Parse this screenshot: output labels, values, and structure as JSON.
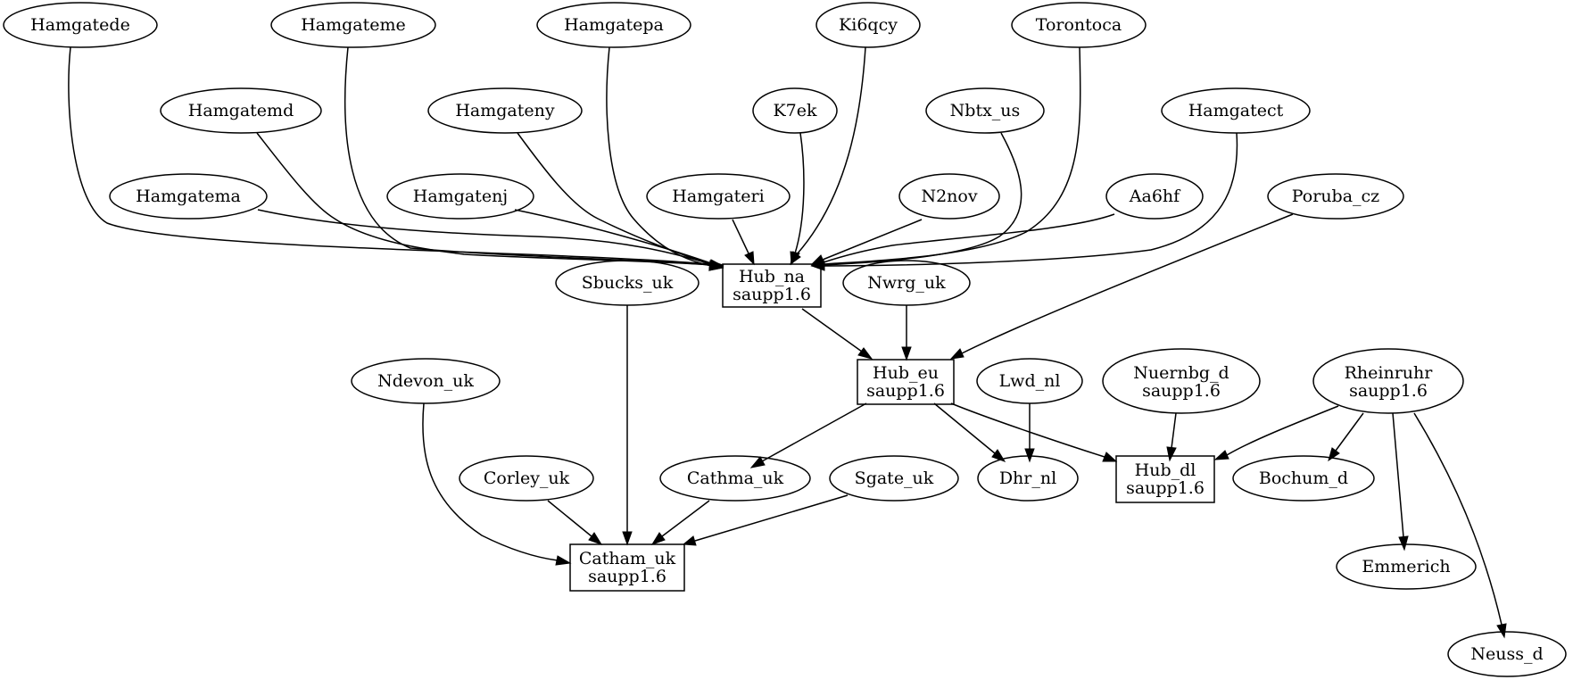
{
  "nodes": {
    "hamgatede": "Hamgatede",
    "hamgateme": "Hamgateme",
    "hamgatepa": "Hamgatepa",
    "ki6qcy": "Ki6qcy",
    "torontoca": "Torontoca",
    "hamgatemd": "Hamgatemd",
    "hamgateny": "Hamgateny",
    "k7ek": "K7ek",
    "nbtx_us": "Nbtx_us",
    "hamgatect": "Hamgatect",
    "hamgatema": "Hamgatema",
    "hamgatenj": "Hamgatenj",
    "hamgateri": "Hamgateri",
    "n2nov": "N2nov",
    "aa6hf": "Aa6hf",
    "poruba_cz": "Poruba_cz",
    "sbucks_uk": "Sbucks_uk",
    "nwrg_uk": "Nwrg_uk",
    "hub_na": {
      "line1": "Hub_na",
      "line2": "saupp1.6"
    },
    "hub_eu": {
      "line1": "Hub_eu",
      "line2": "saupp1.6"
    },
    "ndevon_uk": "Ndevon_uk",
    "lwd_nl": "Lwd_nl",
    "nuernbg_d": {
      "line1": "Nuernbg_d",
      "line2": "saupp1.6"
    },
    "rheinruhr": {
      "line1": "Rheinruhr",
      "line2": "saupp1.6"
    },
    "corley_uk": "Corley_uk",
    "cathma_uk": "Cathma_uk",
    "sgate_uk": "Sgate_uk",
    "dhr_nl": "Dhr_nl",
    "hub_dl": {
      "line1": "Hub_dl",
      "line2": "saupp1.6"
    },
    "bochum_d": "Bochum_d",
    "catham_uk": {
      "line1": "Catham_uk",
      "line2": "saupp1.6"
    },
    "emmerich": "Emmerich",
    "neuss_d": "Neuss_d"
  }
}
